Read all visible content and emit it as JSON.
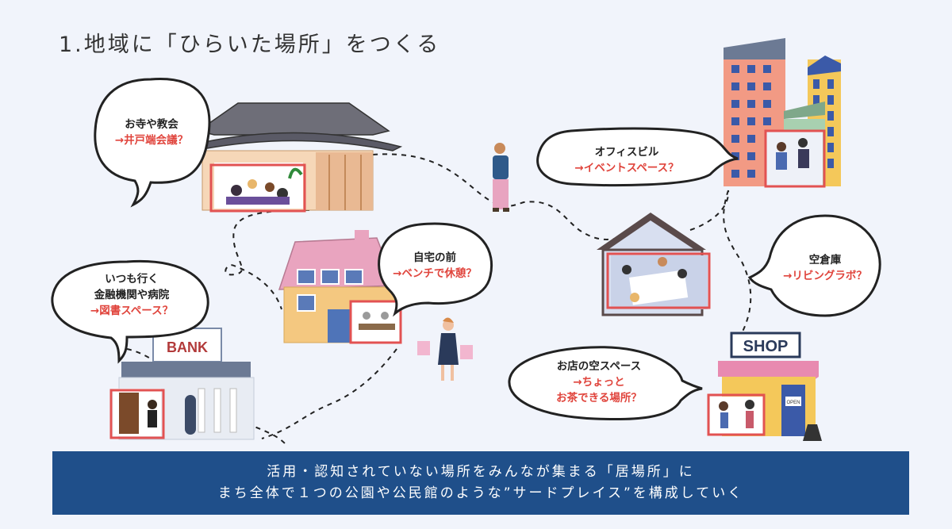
{
  "title": "1.地域に「ひらいた場所」をつくる",
  "places": [
    {
      "label": "お寺や教会",
      "idea": "→井戸端会議？"
    },
    {
      "label": "いつも行く",
      "label2": "金融機関や病院",
      "idea": "→図書スペース？"
    },
    {
      "label": "自宅の前",
      "idea": "→ベンチで休憩？"
    },
    {
      "label": "オフィスビル",
      "idea": "→イベントスペース？"
    },
    {
      "label": "空倉庫",
      "idea": "→リビングラボ？"
    },
    {
      "label": "お店の空スペース",
      "idea": "→ちょっと",
      "idea2": "お茶できる場所？"
    }
  ],
  "signs": {
    "bank": "BANK",
    "shop": "SHOP",
    "open": "OPEN"
  },
  "banner": {
    "line1": "活用・認知されていない場所をみんなが集まる「居場所」に",
    "line2": "まち全体で１つの公園や公民館のような”サードプレイス”を構成していく"
  },
  "colors": {
    "accent_red": "#e0443c",
    "banner": "#1f4f8a",
    "background": "#f1f4fb"
  }
}
